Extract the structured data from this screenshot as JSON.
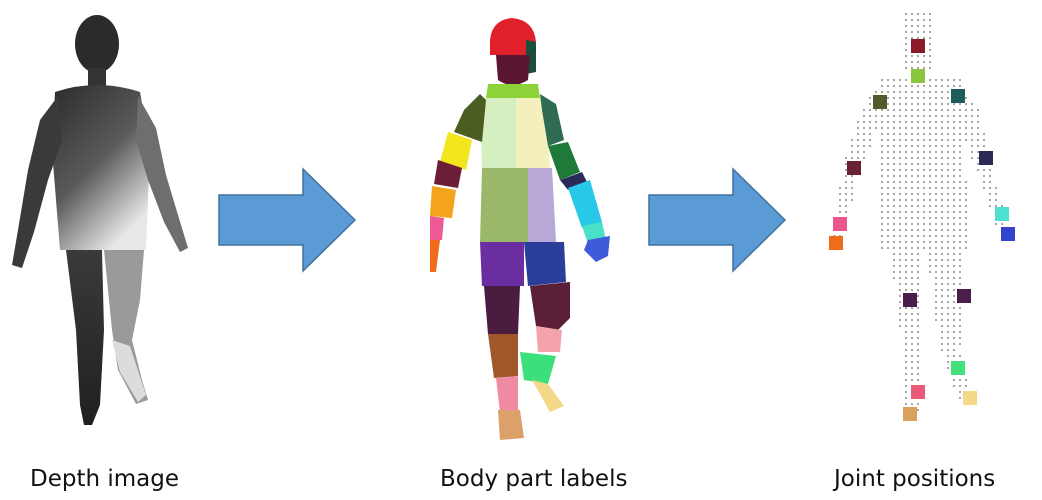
{
  "captions": {
    "depth": "Depth image",
    "labels": "Body part labels",
    "joints": "Joint positions"
  },
  "colors": {
    "arrow_fill": "#5b9bd5",
    "arrow_stroke": "#41719c",
    "depth_dark": "#2f2f2f",
    "depth_light": "#e6e6e6"
  },
  "joint_colors": [
    "#8b1a2b",
    "#8cc63f",
    "#4f5b2a",
    "#1f5c5c",
    "#6b2035",
    "#2a2a55",
    "#e8558a",
    "#f06b1a",
    "#4ce0d0",
    "#3344cc",
    "#4a1d4a",
    "#4a1d4a",
    "#44e07a",
    "#e85a7a",
    "#f4d98c",
    "#d9a060"
  ]
}
